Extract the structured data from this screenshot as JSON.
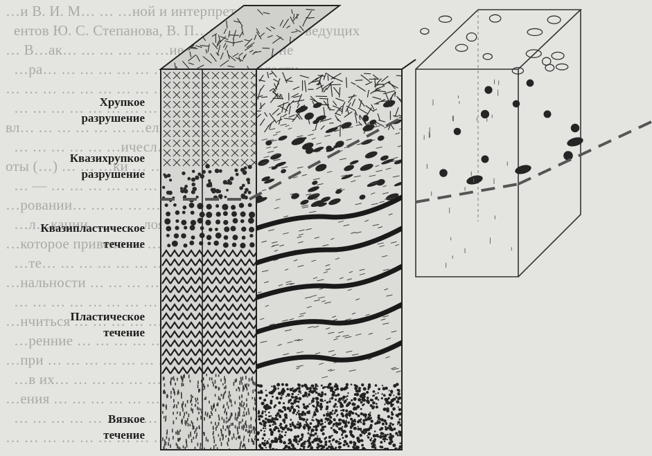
{
  "zones": [
    {
      "line1": "Хрупкое",
      "line2": "разрушение"
    },
    {
      "line1": "Квазихрупкое",
      "line2": "разрушение"
    },
    {
      "line1": "Квазипластическое",
      "line2": "течение"
    },
    {
      "line1": "Пластическое",
      "line2": "течение"
    },
    {
      "line1": "Вязкое",
      "line2": "течение"
    }
  ],
  "background_text": [
    "…и В. И. М… … …ной и интерпретация",
    "ентов Ю. С. Степанова, В. П…ойной среды и ведущих",
    "… В…ак… … … … … …ие дислокаций зоне",
    "…ра… … … … … … … …нтальной области",
    "… … … … … … … … …и в … … …ии при",
    "… … … … … … … … … …огенетических",
    "вл… … … … … … …ельное ориентированное",
    "… … … … … …ичесл… … …ующих",
    "оты (…) … … …ки … … … … … …",
    "… — … … … … … … …(…) разрыва",
    "…ровании… … … … … … … … …",
    "…л…кации … … …лоящих … …скачки",
    "…которое привело … … … … … … …",
    "…те… … … … … … … … … …",
    "…нальности … … … … … …соответствия",
    "… … … … … … … … … …",
    "…нчиться … … … … … … … … …",
    "…ренние … … … … … … … … …",
    "…при … … … … … … … … …",
    "…в их… … … … … … … … …",
    "…ения … … … … … … … … …",
    "… … … … … … … … … …",
    "… … … … … … … … … …"
  ]
}
